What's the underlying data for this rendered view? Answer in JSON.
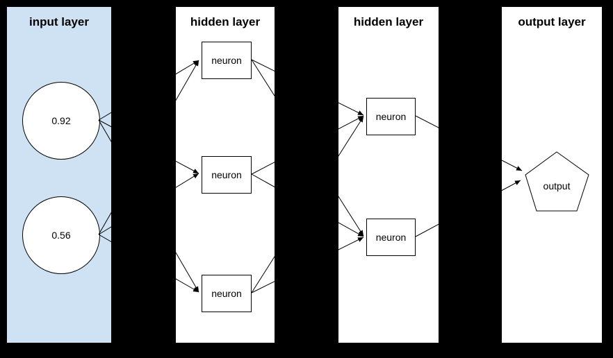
{
  "diagram": {
    "background_color": "#000000",
    "stroke_color": "#000000",
    "layers": [
      {
        "title": "input layer",
        "panel_color": "#cfe2f3",
        "nodes": [
          {
            "label": "0.92",
            "shape": "circle"
          },
          {
            "label": "0.56",
            "shape": "circle"
          }
        ]
      },
      {
        "title": "hidden layer",
        "panel_color": "#ffffff",
        "nodes": [
          {
            "label": "neuron",
            "shape": "rect"
          },
          {
            "label": "neuron",
            "shape": "rect"
          },
          {
            "label": "neuron",
            "shape": "rect"
          }
        ]
      },
      {
        "title": "hidden layer",
        "panel_color": "#ffffff",
        "nodes": [
          {
            "label": "neuron",
            "shape": "rect"
          },
          {
            "label": "neuron",
            "shape": "rect"
          }
        ]
      },
      {
        "title": "output layer",
        "panel_color": "#ffffff",
        "nodes": [
          {
            "label": "output",
            "shape": "pentagon"
          }
        ]
      }
    ],
    "connectivity": "fully-connected between adjacent layers"
  }
}
